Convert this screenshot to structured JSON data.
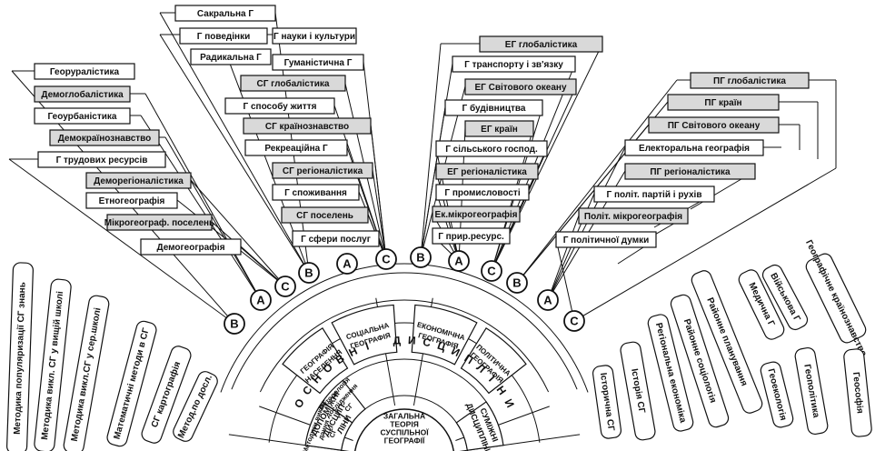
{
  "center": {
    "lines": [
      "ЗАГАЛЬНА",
      "ТЕОРІЯ",
      "СУСПІЛЬНОЇ",
      "ГЕОГРАФІЇ"
    ]
  },
  "inner_label": "ОСНОВНІ ДИСЦИПЛІНИ",
  "disciplines": {
    "population": [
      "ГЕОГРАФІЯ",
      "НАСЕЛЕННЯ"
    ],
    "social": [
      "СОЦІАЛЬНА",
      "ГЕОГРАФІЯ"
    ],
    "economic": [
      "ЕКОНОМІЧНА",
      "ГЕОГРАФІЯ"
    ],
    "political": [
      "ПОЛІТИЧНА",
      "ГЕОГРАФІЯ"
    ]
  },
  "auxiliary_title": [
    "ДОПОМІЖНІ",
    "ДИСЦИП-",
    "ЛІНИ"
  ],
  "auxiliary_small": [
    "Методики викла-",
    "дання",
    "СГ"
  ],
  "auxiliary_small2": [
    "Методологія",
    "дослідження",
    "СГ"
  ],
  "related_title": [
    "СУМІЖНІ",
    "ДИСЦИПЛІНИ"
  ],
  "left_outer": [
    "Методика популяризації СГ знань",
    "Методика викл. СГ у вищій школі",
    "Методика викл.СГ у сер.школі",
    "Математичні методи в СГ",
    "СГ картографія",
    "Метод.по досл."
  ],
  "right_outer": [
    "Історична СГ",
    "Історія СГ",
    "Регіональна економіка",
    "Районне соціологія",
    "Районне планування",
    "Медична Г",
    "Військова Г",
    "Геоекологія",
    "Геополітика",
    "Географічне країнознавство",
    "Геософія"
  ],
  "circles": [
    "B",
    "A",
    "C",
    "B",
    "A",
    "C",
    "B",
    "A",
    "C",
    "B",
    "A",
    "C"
  ],
  "population_boxes": [
    {
      "text": "Георуралістика",
      "gray": false
    },
    {
      "text": "Демоглобалістика",
      "gray": true
    },
    {
      "text": "Геоурбаністика",
      "gray": false
    },
    {
      "text": "Демокраїнознавство",
      "gray": true
    },
    {
      "text": "Г трудових ресурсів",
      "gray": false
    },
    {
      "text": "Деморегіоналістика",
      "gray": true
    },
    {
      "text": "Етногеографія",
      "gray": false
    },
    {
      "text": "Мікрогеограф. поселень",
      "gray": true
    },
    {
      "text": "Демогеографія",
      "gray": false
    }
  ],
  "social_boxes": [
    {
      "text": "Сакральна Г",
      "gray": false
    },
    {
      "text": "Г поведінки",
      "gray": false
    },
    {
      "text": "Г науки і культури",
      "gray": false
    },
    {
      "text": "Радикальна Г",
      "gray": false
    },
    {
      "text": "Гуманістична Г",
      "gray": false
    },
    {
      "text": "СГ глобалістика",
      "gray": true
    },
    {
      "text": "Г способу життя",
      "gray": false
    },
    {
      "text": "СГ країнознавство",
      "gray": true
    },
    {
      "text": "Рекреаційна Г",
      "gray": false
    },
    {
      "text": "СГ регіоналістика",
      "gray": true
    },
    {
      "text": "Г споживання",
      "gray": false
    },
    {
      "text": "СГ поселень",
      "gray": true
    },
    {
      "text": "Г сфери послуг",
      "gray": false
    }
  ],
  "economic_boxes": [
    {
      "text": "ЕГ глобалістика",
      "gray": true
    },
    {
      "text": "Г транспорту і зв'язку",
      "gray": false
    },
    {
      "text": "ЕГ Світового океану",
      "gray": true
    },
    {
      "text": "Г будівництва",
      "gray": false
    },
    {
      "text": "ЕГ країн",
      "gray": true
    },
    {
      "text": "Г сільського господ.",
      "gray": false
    },
    {
      "text": "ЕГ регіоналістика",
      "gray": true
    },
    {
      "text": "Г промисловості",
      "gray": false
    },
    {
      "text": "Ек.мікрогеографія",
      "gray": true
    },
    {
      "text": "Г прир.ресурс.",
      "gray": false
    }
  ],
  "political_boxes": [
    {
      "text": "ПГ глобалістика",
      "gray": true
    },
    {
      "text": "ПГ країн",
      "gray": true
    },
    {
      "text": "ПГ Світового океану",
      "gray": true
    },
    {
      "text": "Електоральна географія",
      "gray": false
    },
    {
      "text": "ПГ регіоналістика",
      "gray": true
    },
    {
      "text": "Г політ. партій і рухів",
      "gray": false
    },
    {
      "text": "Політ. мікрогеографія",
      "gray": true
    },
    {
      "text": "Г політичної думки",
      "gray": false
    }
  ],
  "colors": {
    "gray_box": "#d9d9d9",
    "white_box": "#ffffff",
    "line": "#111111"
  }
}
